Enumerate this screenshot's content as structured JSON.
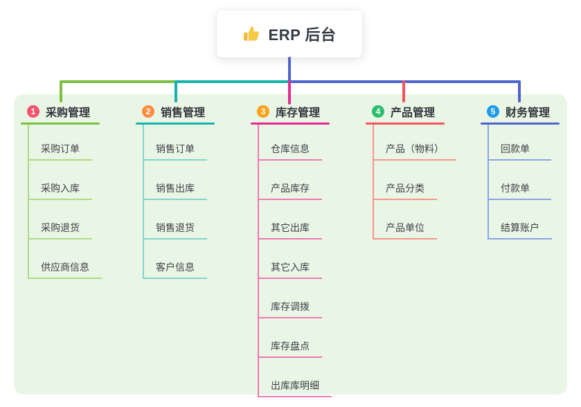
{
  "root": {
    "title": "ERP 后台",
    "icon": "thumbs-up-icon"
  },
  "branches": [
    {
      "badge": "1",
      "title": "采购管理",
      "children": [
        "采购订单",
        "采购入库",
        "采购退货",
        "供应商信息"
      ]
    },
    {
      "badge": "2",
      "title": "销售管理",
      "children": [
        "销售订单",
        "销售出库",
        "销售退货",
        "客户信息"
      ]
    },
    {
      "badge": "3",
      "title": "库存管理",
      "children": [
        "仓库信息",
        "产品库存",
        "其它出库",
        "其它入库",
        "库存调拨",
        "库存盘点",
        "出库库明细"
      ]
    },
    {
      "badge": "4",
      "title": "产品管理",
      "children": [
        "产品（物料）",
        "产品分类",
        "产品单位"
      ]
    },
    {
      "badge": "5",
      "title": "财务管理",
      "children": [
        "回款单",
        "付款单",
        "结算账户"
      ]
    }
  ],
  "colors": {
    "panel_bg": "#eaf6e5",
    "root_connector": "#4d63cd",
    "branch1": {
      "main": "#7cbe3f",
      "light": "#aeda85",
      "badge": "#f4526d"
    },
    "branch2": {
      "main": "#16b2aa",
      "light": "#7fd3cd",
      "badge": "#fb8d41"
    },
    "branch3": {
      "main": "#e42a92",
      "light": "#ee77b4",
      "badge": "#f9a21b"
    },
    "branch4": {
      "main": "#f5515f",
      "light": "#f7928e",
      "badge": "#2dbd6e"
    },
    "branch5": {
      "main": "#4d63cd",
      "light": "#8aa3e6",
      "badge": "#1f9cec"
    }
  }
}
